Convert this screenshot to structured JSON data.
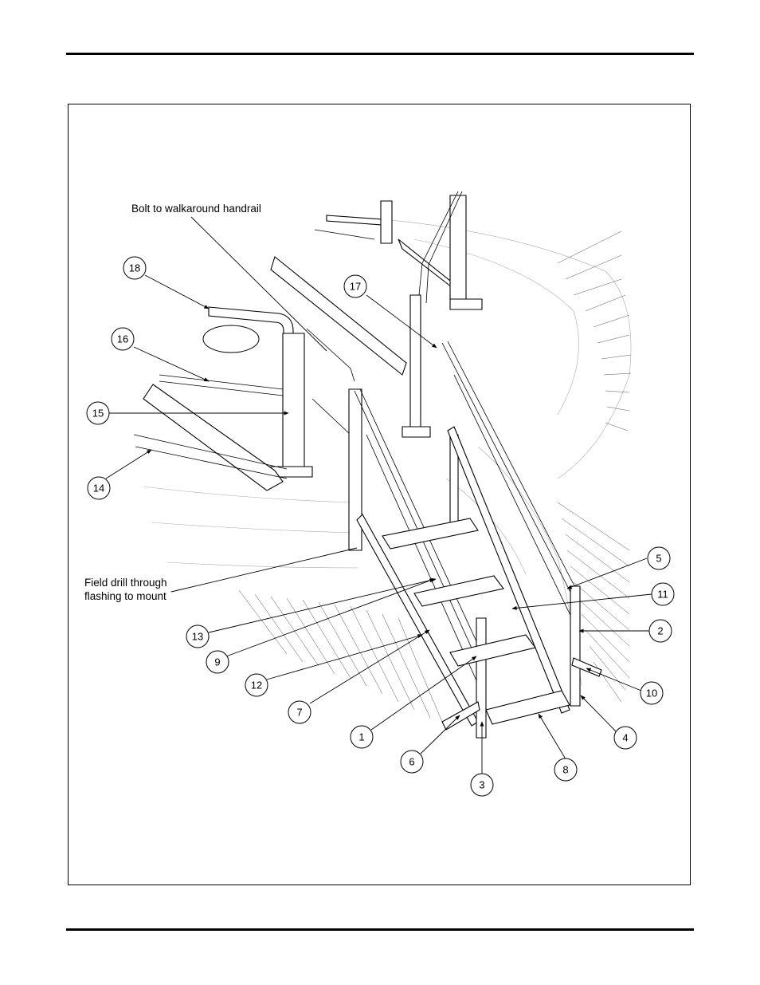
{
  "notes": {
    "bolt": "Bolt to walkaround handrail",
    "field_drill_line1": "Field drill through",
    "field_drill_line2": "flashing to mount"
  },
  "callouts": [
    {
      "num": "1"
    },
    {
      "num": "2"
    },
    {
      "num": "3"
    },
    {
      "num": "4"
    },
    {
      "num": "5"
    },
    {
      "num": "6"
    },
    {
      "num": "7"
    },
    {
      "num": "8"
    },
    {
      "num": "9"
    },
    {
      "num": "10"
    },
    {
      "num": "11"
    },
    {
      "num": "12"
    },
    {
      "num": "13"
    },
    {
      "num": "14"
    },
    {
      "num": "15"
    },
    {
      "num": "16"
    },
    {
      "num": "17"
    },
    {
      "num": "18"
    }
  ]
}
